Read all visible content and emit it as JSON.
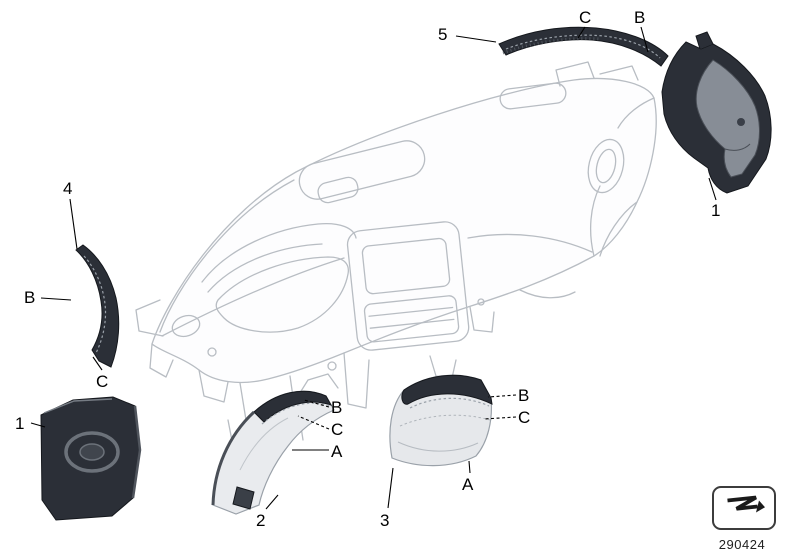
{
  "window": {
    "background": "#ffffff"
  },
  "callouts": {
    "five": "5",
    "top_c": "C",
    "top_b": "B",
    "right_one": "1",
    "four": "4",
    "left_b": "B",
    "left_c": "C",
    "bottom_left_one": "1",
    "p2_b": "B",
    "p2_c": "C",
    "p2_a": "A",
    "two": "2",
    "p3_b": "B",
    "p3_c": "C",
    "p3_a": "A",
    "three": "3"
  },
  "footer": {
    "diagram_number": "290424"
  },
  "icons": {
    "legend": "zigzag-arrow-icon"
  },
  "colors": {
    "part_dark": "#2b2f37",
    "part_light": "#e9ebee",
    "outline_gray": "#b8bdc3",
    "stitch_gray": "#9aa1a9",
    "label_text": "#000000"
  }
}
